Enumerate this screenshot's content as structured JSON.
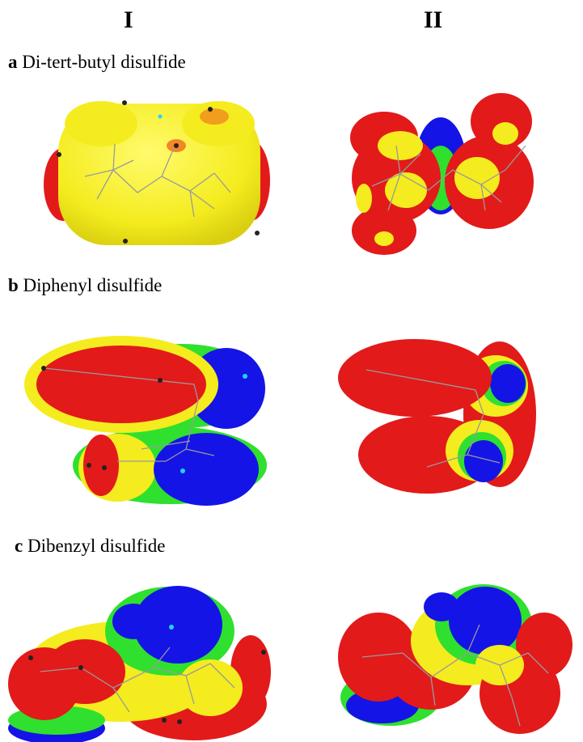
{
  "columns": [
    "I",
    "II"
  ],
  "rows": [
    {
      "letter": "a",
      "name": "Di-tert-butyl disulfide"
    },
    {
      "letter": "b",
      "name": "Diphenyl disulfide"
    },
    {
      "letter": "c",
      "name": "Dibenzyl disulfide"
    }
  ],
  "colors": {
    "red": "#e21a1a",
    "yellow": "#f4ec1e",
    "green": "#2fe02f",
    "blue": "#1414e6",
    "wireframe": "#9a9a9a",
    "dark_point": "#222222",
    "cyan_point": "#22d4ff"
  }
}
